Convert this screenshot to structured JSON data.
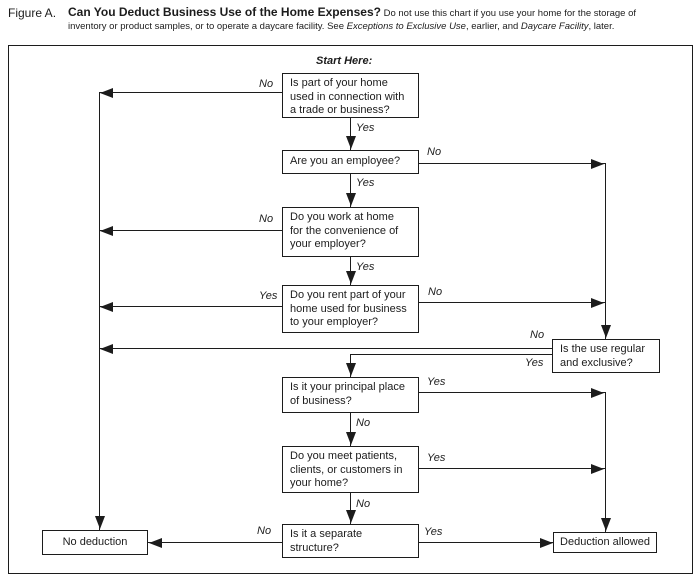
{
  "header": {
    "figure_label": "Figure A.",
    "title": "Can You Deduct Business Use of the Home Expenses?",
    "note": {
      "line1": "Do not use this chart if you use your home for the storage of",
      "line2_start": "inventory or product samples, or to operate a daycare facility. See ",
      "ref1": "Exceptions to Exclusive Use",
      "mid": ", earlier, and ",
      "ref2": "Daycare Facility",
      "end": ", later."
    }
  },
  "flowchart": {
    "start_label": "Start Here:",
    "labels": {
      "yes": "Yes",
      "no": "No"
    },
    "questions": {
      "q1": {
        "lines": [
          "Is part of your home",
          "used in connection with",
          "a trade or business?"
        ]
      },
      "q2": {
        "lines": [
          "Are you an employee?"
        ]
      },
      "q3": {
        "lines": [
          "Do you work at home",
          "for the convenience of",
          "your employer?"
        ]
      },
      "q4": {
        "lines": [
          "Do you rent part of your",
          "home used for business",
          "to your employer?"
        ]
      },
      "q5": {
        "lines": [
          "Is the use regular",
          "and exclusive?"
        ]
      },
      "q6": {
        "lines": [
          "Is it your principal place",
          "of business?"
        ]
      },
      "q7": {
        "lines": [
          "Do you meet patients,",
          "clients, or customers in",
          "your home?"
        ]
      },
      "q8": {
        "lines": [
          "Is it a separate",
          "structure?"
        ]
      }
    },
    "outcomes": {
      "no_deduction": "No deduction",
      "deduction_allowed": "Deduction allowed"
    },
    "colors": {
      "ink": "#1c1c1c",
      "background": "#ffffff"
    }
  }
}
